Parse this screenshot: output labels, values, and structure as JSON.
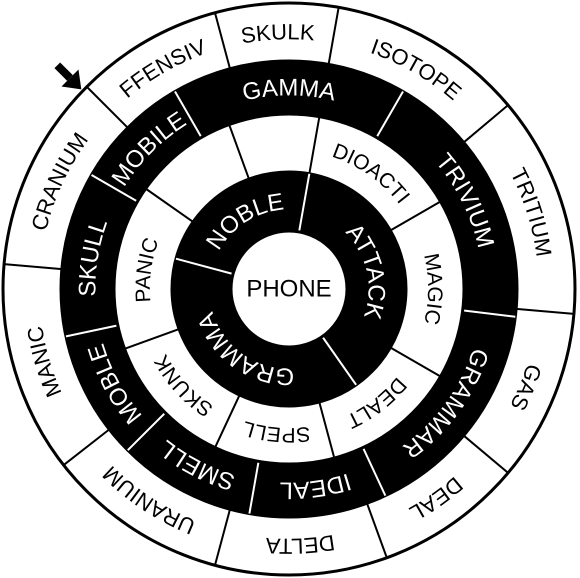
{
  "colors": {
    "ink": "#000000",
    "paper": "#ffffff"
  },
  "start_marker": {
    "icon": "arrow-icon"
  },
  "center": {
    "label": "PHONE"
  },
  "rings": [
    {
      "id": "ring-1",
      "fill": "black",
      "boundaries": [
        10,
        145,
        285
      ],
      "words": [
        "ATTACK",
        "GRAMMA",
        "NOBLE"
      ]
    },
    {
      "id": "ring-2",
      "fill": "white",
      "boundaries": [
        10,
        60,
        120,
        165,
        205,
        250,
        305,
        340
      ],
      "words": [
        "RADIOACTIVE",
        "MAGIC",
        "DEALT",
        "SPELL",
        "SKUNK",
        "PANIC"
      ],
      "flip": [
        false,
        true,
        false,
        false,
        true,
        false
      ]
    },
    {
      "id": "ring-3",
      "fill": "black",
      "boundaries": [
        30,
        97,
        155,
        190,
        225,
        258,
        300,
        330
      ],
      "words": [
        "TRIVIUM",
        "GRAMMAR",
        "IDEAL",
        "SMELL",
        "MOBLE",
        "SKULL",
        "MOBILE",
        "GAMMA"
      ]
    },
    {
      "id": "ring-4",
      "fill": "white",
      "boundaries": [
        10,
        50,
        95,
        130,
        160,
        195,
        232,
        275,
        315,
        345
      ],
      "words": [
        "ISOTOPE",
        "TRITIUM",
        "GAS",
        "DEAL",
        "DELTA",
        "URANIUM",
        "MANIC",
        "CRANIUM",
        "OFFENSIVE",
        "SKULK"
      ]
    }
  ]
}
